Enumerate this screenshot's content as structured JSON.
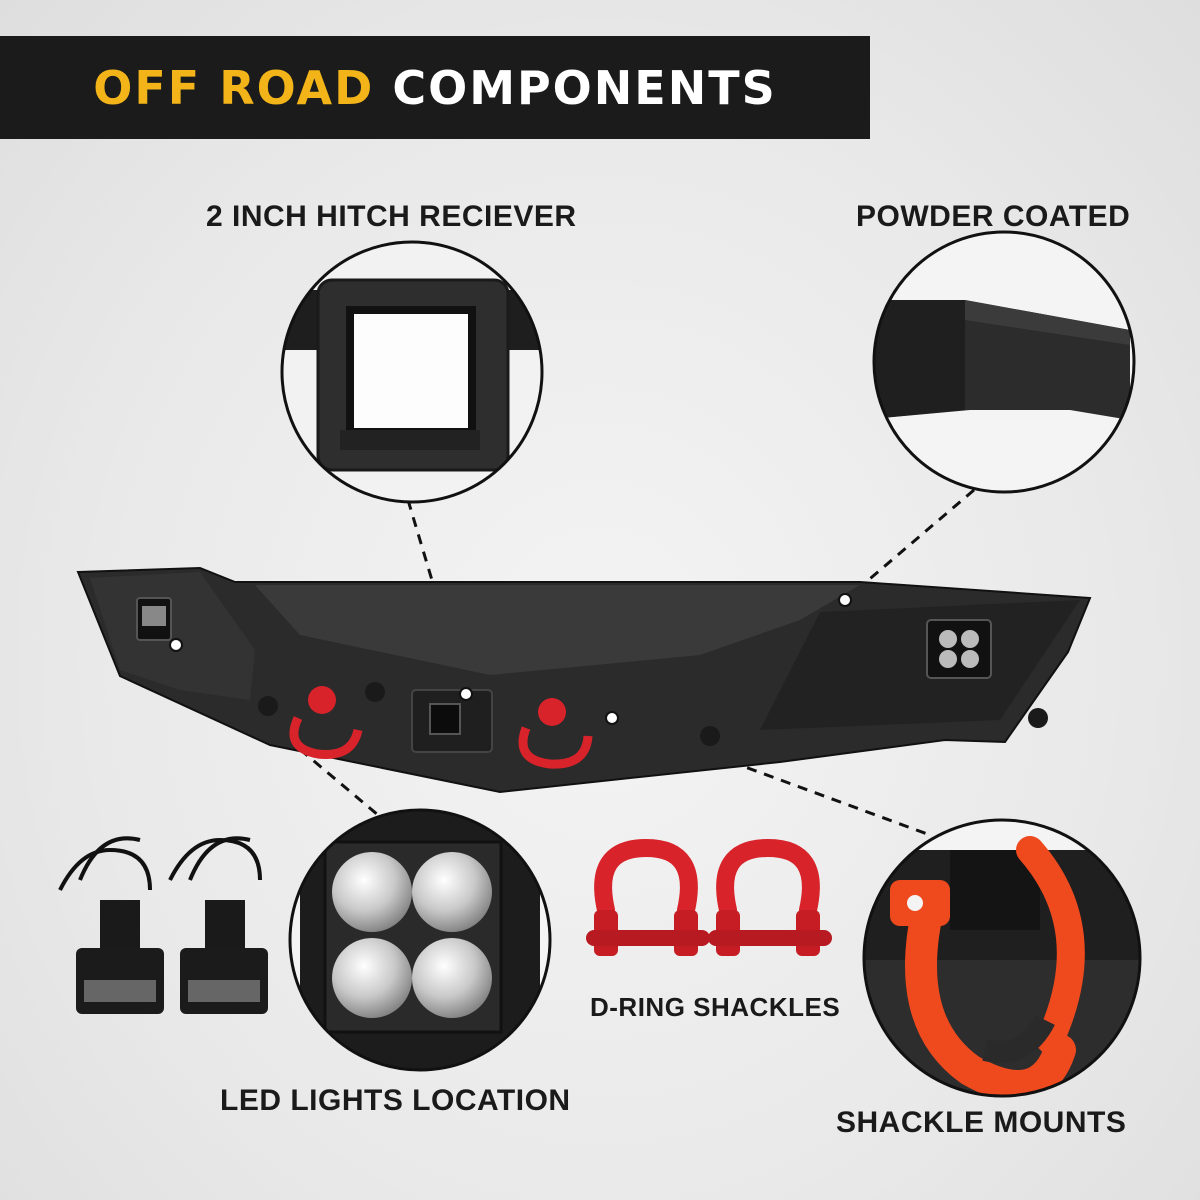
{
  "banner": {
    "highlight": "OFF ROAD",
    "rest": "COMPONENTS",
    "highlight_color": "#f2b419"
  },
  "callouts": {
    "hitch": "2 INCH HITCH RECIEVER",
    "powder": "POWDER COATED",
    "led": "LED LIGHTS LOCATION",
    "dring": "D-RING SHACKLES",
    "mounts": "SHACKLE MOUNTS"
  },
  "colors": {
    "bumper": "#2a2a2a",
    "shackle_red": "#d8232a",
    "shackle_orange": "#ef4a1e"
  },
  "icons": [
    "hitch-receiver-image",
    "powder-coat-image",
    "led-light-image",
    "d-ring-shackle-image",
    "shackle-mount-image",
    "bumper-image"
  ]
}
